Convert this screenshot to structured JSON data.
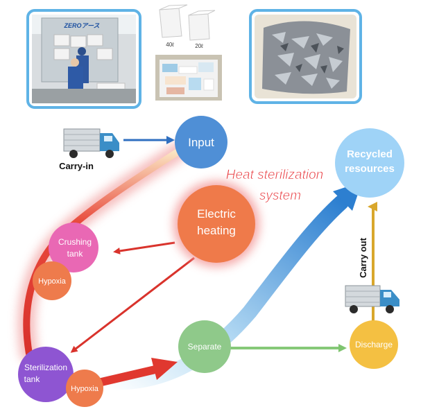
{
  "title": "Heat sterilization system",
  "nodes": {
    "input": "Input",
    "electric_heating": "Electric heating",
    "crushing_tank": "Crushing tank",
    "hypoxia_top": "Hypoxia",
    "sterilization_tank": "Sterilization tank",
    "hypoxia_bottom": "Hypoxia",
    "separate": "Separate",
    "discharge": "Discharge",
    "recycled_resources": "Recycled resources"
  },
  "labels": {
    "carry_in": "Carry-in",
    "carry_out": "Carry out"
  },
  "photos": {
    "truck_sign": "ZEROアース",
    "container_large": "40ℓ",
    "container_small": "20ℓ"
  },
  "colors": {
    "input": "#4f8fd6",
    "electric_heating": "#ef7a4a",
    "crushing_tank": "#e968b4",
    "hypoxia": "#ee7b4c",
    "sterilization_tank": "#8e55d2",
    "separate": "#8fc98a",
    "discharge": "#f4c042",
    "recycled_resources": "#9fd3f7",
    "title_text": "#e8383d",
    "truck_blue": "#3b8ec7"
  }
}
